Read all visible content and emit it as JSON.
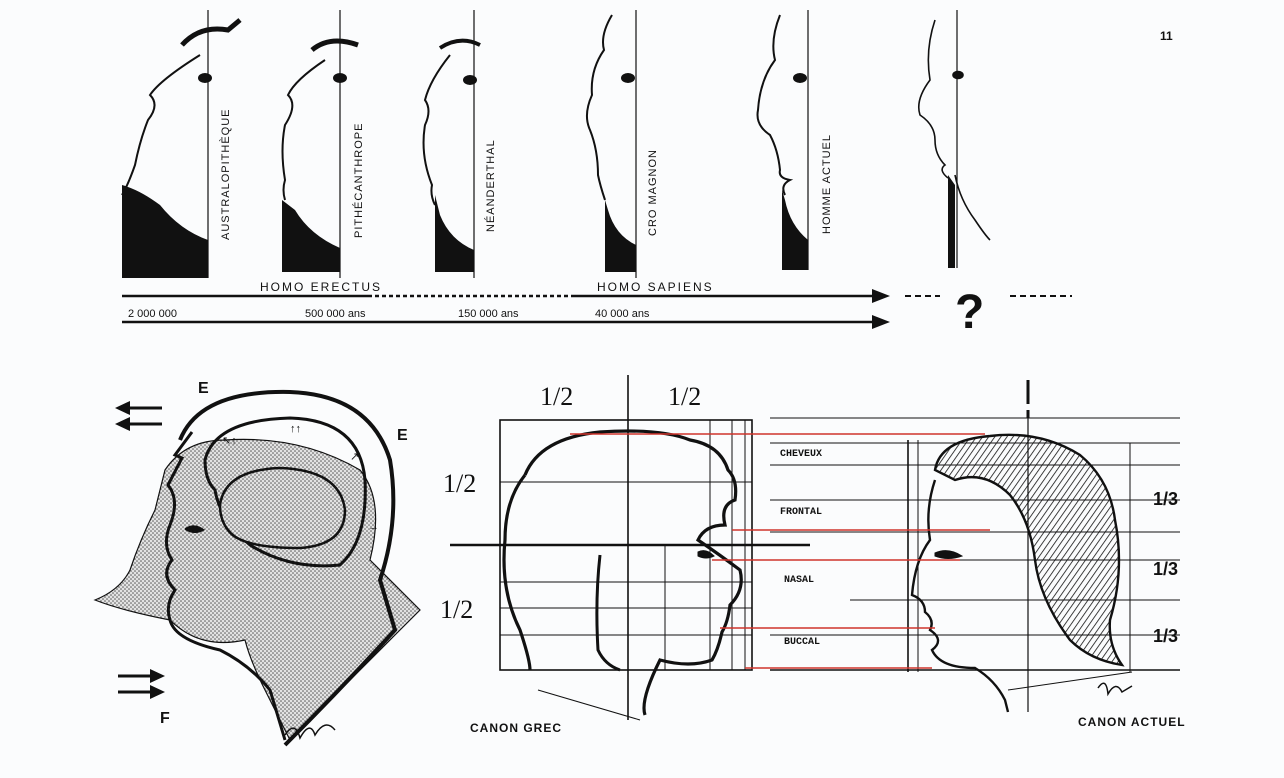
{
  "page_number": "11",
  "evolution": {
    "species": [
      "AUSTRALOPITHÈQUE",
      "PITHÉCANTHROPE",
      "NÉANDERTHAL",
      "CRO MAGNON",
      "HOMME ACTUEL"
    ],
    "eras": [
      "HOMO ERECTUS",
      "HOMO SAPIENS"
    ],
    "years": [
      "2 000 000",
      "500 000 ans",
      "150 000 ans",
      "40 000 ans"
    ],
    "future_mark": "?"
  },
  "brain_diagram": {
    "labels": [
      "E",
      "E",
      "F"
    ]
  },
  "canons": {
    "fractions": {
      "half": "1/2",
      "third": "1/3"
    },
    "zones": [
      "CHEVEUX",
      "FRONTAL",
      "NASAL",
      "BUCCAL"
    ],
    "greek_caption": "CANON GREC",
    "modern_caption": "CANON ACTUEL"
  },
  "colors": {
    "ink": "#111111",
    "guide_red": "#d0342c",
    "paper": "#fbfcfd",
    "stipple": "#b9b9b9"
  }
}
